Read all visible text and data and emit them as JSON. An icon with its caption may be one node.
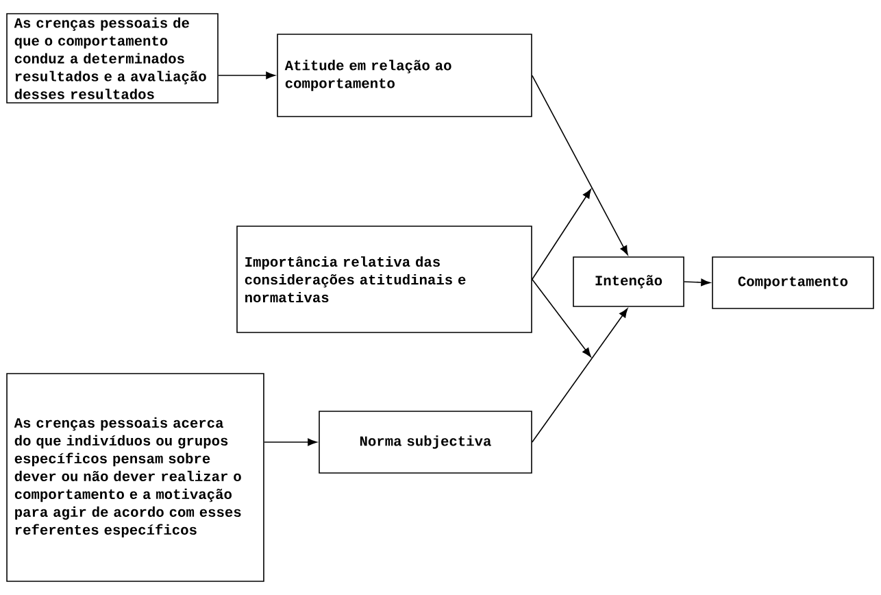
{
  "diagram": {
    "nodes": [
      {
        "text": [
          "As crenças pessoais de que o comportamento conduz a determinados resultados e a avaliação desses resultados"
        ]
      },
      {
        "text": [
          "Atitude em relação ao comportamento"
        ]
      },
      {
        "text": [
          "Importância relativa das considerações atitudinais e normativas"
        ]
      },
      {
        "text": [
          "Intenção"
        ]
      },
      {
        "text": [
          "Comportamento"
        ]
      },
      {
        "text": [
          "As crenças pessoais acerca do que indivíduos ou grupos específicos pensam sobre dever ou não dever realizar o comportamento e a motivação para agir de acordo com esses referentes específicos"
        ]
      },
      {
        "text": [
          "Norma subjectiva"
        ]
      }
    ],
    "edges": [
      {
        "from": 0,
        "to": 1,
        "arrow": "to"
      },
      {
        "from": 1,
        "to": 3,
        "arrow": "to"
      },
      {
        "from": 2,
        "to": null,
        "arrow": "to"
      },
      {
        "from": 2,
        "to": null,
        "arrow": "to"
      },
      {
        "from": 6,
        "to": 3,
        "arrow": "to"
      },
      {
        "from": 5,
        "to": 6,
        "arrow": "to"
      },
      {
        "from": 3,
        "to": 4,
        "arrow": "to"
      }
    ]
  }
}
